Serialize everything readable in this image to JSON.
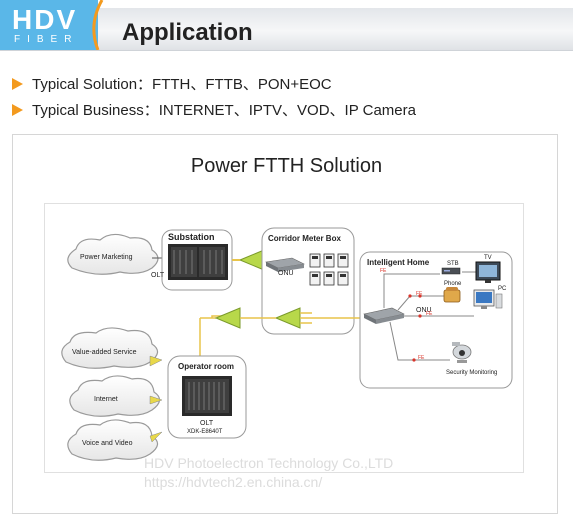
{
  "header": {
    "logo_main": "HDV",
    "logo_sub": "FIBER",
    "title": "Application"
  },
  "bullets": [
    {
      "label": "Typical Solution：FTTH、FTTB、PON+EOC"
    },
    {
      "label": "Typical Business：INTERNET、IPTV、VOD、IP Camera"
    }
  ],
  "figure": {
    "title": "Power FTTH Solution",
    "clouds": {
      "power_marketing": "Power Marketing",
      "value_added": "Value-added Service",
      "internet": "Internet",
      "voice_video": "Voice and Video"
    },
    "substation": {
      "title": "Substation",
      "olt": "OLT"
    },
    "corridor": {
      "title": "Corridor Meter Box",
      "onu": "ONU"
    },
    "home": {
      "title": "Intelligent Home",
      "stb": "STB",
      "tv": "TV",
      "phone": "Phone",
      "pc": "PC",
      "onu": "ONU",
      "fe1": "FE",
      "fe2": "FE",
      "fe3": "FE",
      "fe4": "FE",
      "security": "Security Monitoring"
    },
    "operator": {
      "title": "Operator room",
      "olt": "OLT",
      "model": "XDK-E8640T"
    }
  },
  "watermark": {
    "company": "HDV Photoelectron Technology Co.,LTD",
    "url": "https://hdvtech2.en.china.cn/"
  },
  "colors": {
    "logo_blue": "#5ab7e8",
    "arrow_orange": "#f39a1e",
    "splitter_green": "#b8d84a",
    "fiber_yellow": "#e8c44a",
    "fe_red": "#d9342b"
  }
}
